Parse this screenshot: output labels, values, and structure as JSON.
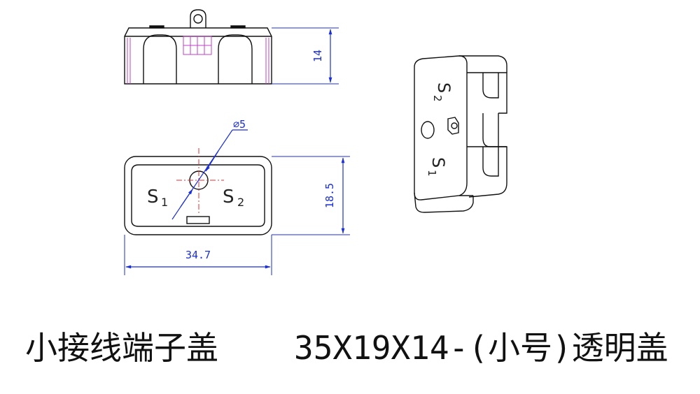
{
  "labels": {
    "dim_height": "14",
    "dim_diameter": "⌀5",
    "dim_depth": "18.5",
    "dim_width": "34.7",
    "terminal_s": "S",
    "terminal_1": "1",
    "terminal_2": "2"
  },
  "caption": {
    "name": "小接线端子盖",
    "spec": "35X19X14-(小号)透明盖"
  },
  "colors": {
    "outline": "#111111",
    "dimension": "#1b2fd6",
    "centerline": "#e03030",
    "hidden": "#c040c8"
  }
}
